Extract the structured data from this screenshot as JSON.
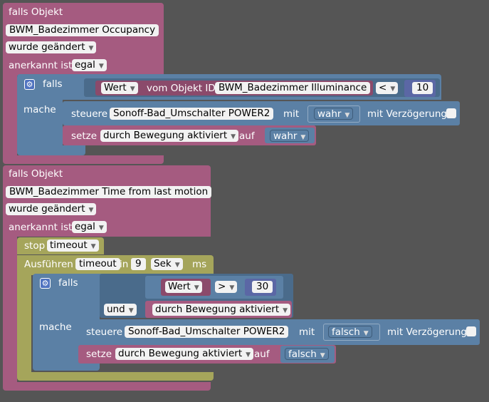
{
  "block1": {
    "title": "falls Objekt",
    "object": "BWM_Badezimmer Occupancy",
    "trigger": "wurde geändert",
    "ack_label": "anerkannt ist",
    "ack_value": "egal",
    "if_label": "falls",
    "do_label": "mache",
    "cond_value_dd": "Wert",
    "cond_of_object": "vom Objekt ID",
    "cond_object": "BWM_Badezimmer Illuminance",
    "cond_op": "<",
    "cond_number": "10",
    "control_label": "steuere",
    "control_target": "Sonoff-Bad_Umschalter  POWER2",
    "with_label": "mit",
    "control_value": "wahr",
    "delay_label": "mit Verzögerung",
    "set_label": "setze",
    "set_var": "durch Bewegung aktiviert",
    "to_label": "auf",
    "set_value": "wahr"
  },
  "block2": {
    "title": "falls Objekt",
    "object": "BWM_Badezimmer Time from last motion",
    "trigger": "wurde geändert",
    "ack_label": "anerkannt ist",
    "ack_value": "egal",
    "stop_label": "stop",
    "stop_var": "timeout",
    "run_label": "Ausführen",
    "run_var": "timeout",
    "in_label": "in",
    "run_delay": "9",
    "run_unit": "Sek",
    "ms_label": "ms",
    "if_label": "falls",
    "do_label": "mache",
    "cond_value_dd": "Wert",
    "cond_op": ">",
    "cond_number": "30",
    "and_dd": "und",
    "and_var": "durch Bewegung aktiviert",
    "control_label": "steuere",
    "control_target": "Sonoff-Bad_Umschalter  POWER2",
    "with_label": "mit",
    "control_value": "falsch",
    "delay_label": "mit Verzögerung",
    "set_label": "setze",
    "set_var": "durch Bewegung aktiviert",
    "to_label": "auf",
    "set_value": "falsch"
  },
  "icons": {
    "gear": "gear-icon",
    "dropdown": "dropdown-arrow-icon"
  },
  "colors": {
    "trigger": "#a55b80",
    "logic": "#5b80a5",
    "timer": "#a5a55b",
    "workspace": "#555555"
  }
}
